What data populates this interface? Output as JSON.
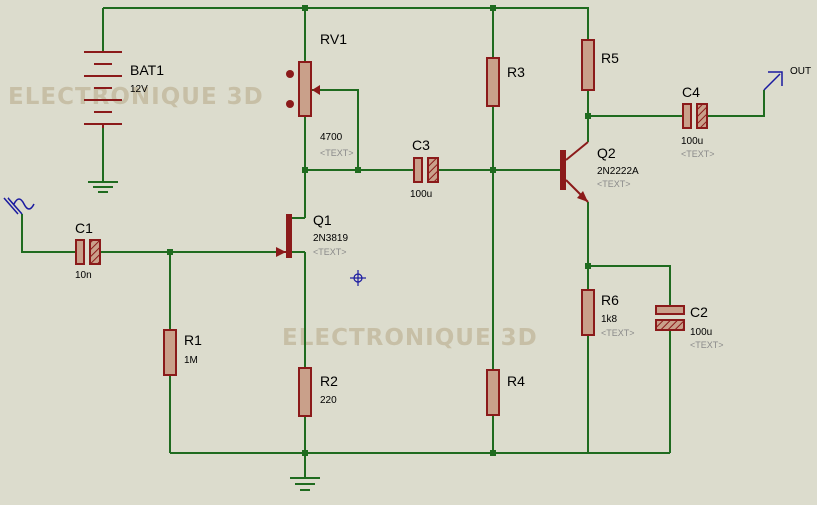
{
  "watermark": "ELECTRONIQUE 3D",
  "colors": {
    "background": "#dcdccd",
    "wire": "#1f6b1f",
    "component": "#8b1a1a",
    "marker": "#1a1aa0"
  },
  "components": {
    "bat1": {
      "ref": "BAT1",
      "value": "12V"
    },
    "rv1": {
      "ref": "RV1",
      "value": "4700",
      "text": "<TEXT>"
    },
    "r1": {
      "ref": "R1",
      "value": "1M"
    },
    "r2": {
      "ref": "R2",
      "value": "220"
    },
    "r3": {
      "ref": "R3"
    },
    "r4": {
      "ref": "R4"
    },
    "r5": {
      "ref": "R5"
    },
    "r6": {
      "ref": "R6",
      "value": "1k8",
      "text": "<TEXT>"
    },
    "c1": {
      "ref": "C1",
      "value": "10n"
    },
    "c2": {
      "ref": "C2",
      "value": "100u",
      "text": "<TEXT>"
    },
    "c3": {
      "ref": "C3",
      "value": "100u"
    },
    "c4": {
      "ref": "C4",
      "value": "100u",
      "text": "<TEXT>"
    },
    "q1": {
      "ref": "Q1",
      "value": "2N3819",
      "text": "<TEXT>"
    },
    "q2": {
      "ref": "Q2",
      "value": "2N2222A",
      "text": "<TEXT>"
    }
  },
  "terminals": {
    "output": "OUT"
  },
  "icons": [
    "battery-icon",
    "ground-icon",
    "sine-source-icon",
    "output-terminal-icon",
    "crosshair-icon"
  ]
}
